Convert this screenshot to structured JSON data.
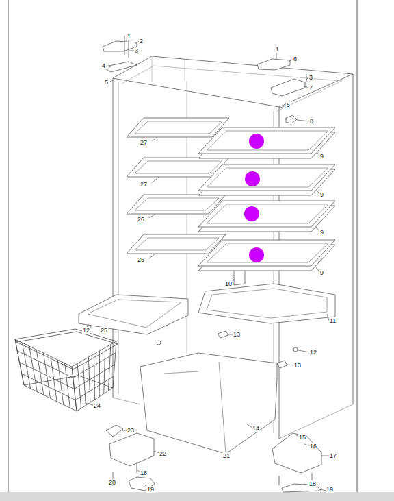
{
  "diagram": {
    "labels": [
      "1",
      "2",
      "3",
      "4",
      "5",
      "1",
      "6",
      "3",
      "7",
      "5",
      "8",
      "27",
      "9",
      "27",
      "9",
      "26",
      "9",
      "26",
      "9",
      "10",
      "11",
      "12",
      "25",
      "13",
      "12",
      "13",
      "24",
      "23",
      "15",
      "16",
      "17",
      "22",
      "14",
      "21",
      "18",
      "20",
      "19",
      "18",
      "19"
    ]
  }
}
